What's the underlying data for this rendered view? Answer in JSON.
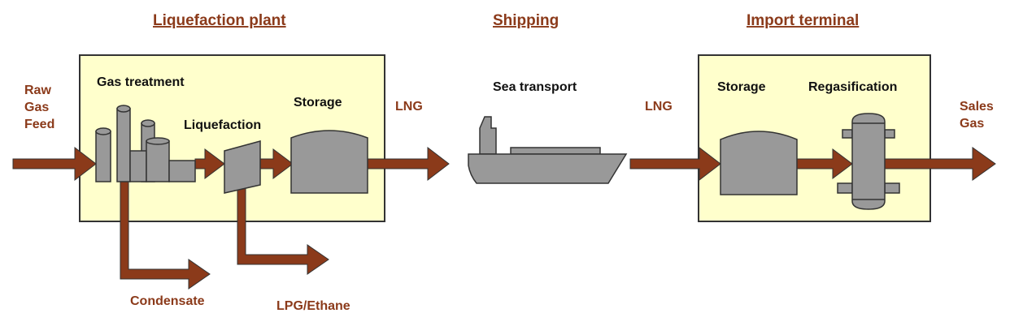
{
  "colors": {
    "brown": "#8B3A1A",
    "box_fill": "#FFFFCC",
    "equip_fill": "#999999",
    "text_dark": "#111111"
  },
  "headers": {
    "liquefaction_plant": "Liquefaction plant",
    "shipping": "Shipping",
    "import_terminal": "Import terminal"
  },
  "labels": {
    "raw_gas_feed": [
      "Raw",
      "Gas",
      "Feed"
    ],
    "gas_treatment": "Gas treatment",
    "liquefaction": "Liquefaction",
    "storage_plant": "Storage",
    "lng_out": "LNG",
    "sea_transport": "Sea transport",
    "lng_in": "LNG",
    "storage_terminal": "Storage",
    "regasification": "Regasification",
    "sales_gas": [
      "Sales",
      "Gas"
    ],
    "condensate": "Condensate",
    "lpg_ethane": "LPG/Ethane"
  }
}
